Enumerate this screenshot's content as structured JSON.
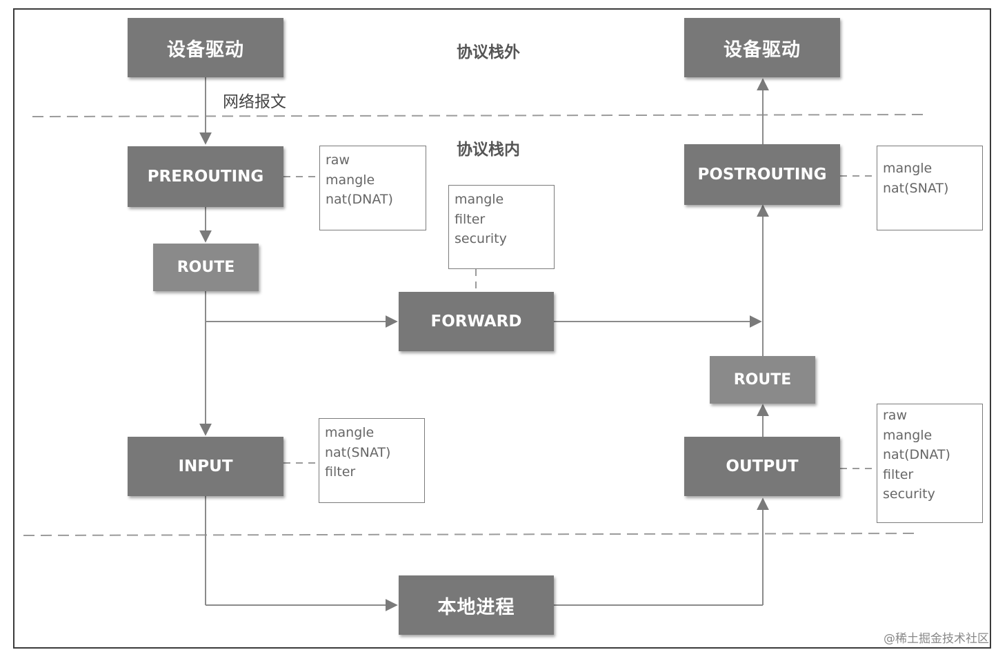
{
  "zones": {
    "outside_stack": "协议栈外",
    "inside_stack": "协议栈内",
    "network_packet": "网络报文"
  },
  "chains": {
    "device_driver_in": "设备驱动",
    "device_driver_out": "设备驱动",
    "prerouting": "PREROUTING",
    "route_in": "ROUTE",
    "forward": "FORWARD",
    "input": "INPUT",
    "local_process": "本地进程",
    "output": "OUTPUT",
    "route_out": "ROUTE",
    "postrouting": "POSTROUTING"
  },
  "tables": {
    "prerouting": [
      "raw",
      "mangle",
      "nat(DNAT)"
    ],
    "forward": [
      "mangle",
      "filter",
      "security"
    ],
    "postrouting": [
      "mangle",
      "nat(SNAT)"
    ],
    "input": [
      "mangle",
      "nat(SNAT)",
      "filter"
    ],
    "output": [
      "raw",
      "mangle",
      "nat(DNAT)",
      "filter",
      "security"
    ]
  },
  "watermark": "@稀土掘金技术社区"
}
